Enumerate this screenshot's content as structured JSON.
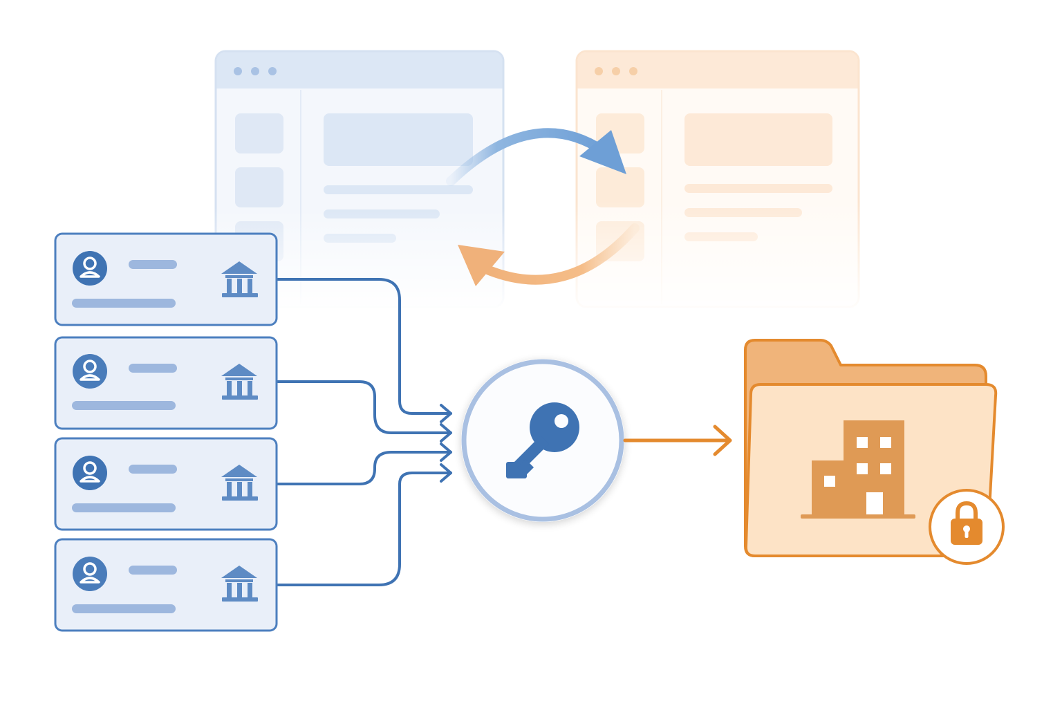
{
  "colors": {
    "blue": "#3f73b3",
    "blue_light": "#9db7de",
    "blue_fill": "#e9eff9",
    "blue_window": "#dce7f5",
    "orange": "#e48a2e",
    "orange_fill": "#fbe3c7",
    "orange_dark": "#df9a55",
    "orange_window": "#fde9d7"
  },
  "diagram": {
    "left_window": {
      "tone": "blue",
      "faded": true
    },
    "right_window": {
      "tone": "orange",
      "faded": true
    },
    "sync_arrows": [
      "blue-arrow-left-to-right",
      "orange-arrow-right-to-left"
    ],
    "records": [
      {
        "icons": [
          "user-icon",
          "bank-icon"
        ]
      },
      {
        "icons": [
          "user-icon",
          "bank-icon"
        ]
      },
      {
        "icons": [
          "user-icon",
          "bank-icon"
        ]
      },
      {
        "icons": [
          "user-icon",
          "bank-icon"
        ]
      }
    ],
    "hub": {
      "icon": "key-icon"
    },
    "destination": {
      "icons": [
        "folder-icon",
        "building-icon",
        "lock-icon"
      ]
    }
  }
}
